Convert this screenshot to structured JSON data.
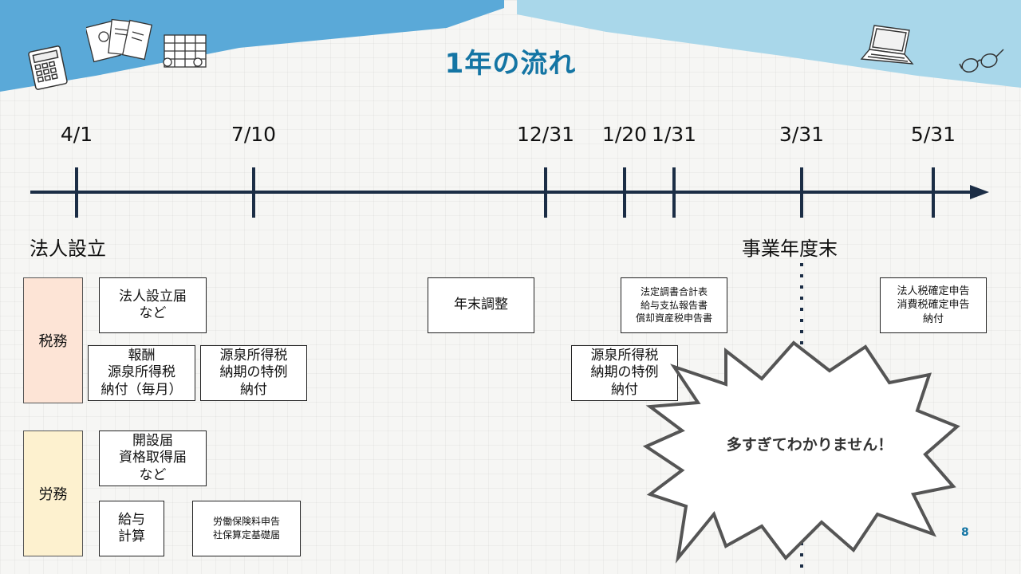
{
  "header": {
    "title": "1年の流れ"
  },
  "timeline": {
    "dates": [
      "4/1",
      "7/10",
      "12/31",
      "1/20",
      "1/31",
      "3/31",
      "5/31"
    ]
  },
  "milestones": {
    "start": "法人設立",
    "fiscal_end": "事業年度末"
  },
  "categories": {
    "tax": "税務",
    "labor": "労務"
  },
  "colors": {
    "tax_bg": "#fde4d6",
    "labor_bg": "#fdf1cf",
    "timeline": "#1b2d45",
    "title": "#1475a4",
    "header_left": "#5aa9d8",
    "header_right": "#a9d7ea"
  },
  "tax_items": {
    "incorporation": "法人設立届\nなど",
    "salary_withholding": "報酬\n源泉所得税\n納付（毎月）",
    "special_payment_jul": "源泉所得税\n納期の特例\n納付",
    "year_end_adjustment": "年末調整",
    "statutory_reports": "法定調書合計表\n給与支払報告書\n償却資産税申告書",
    "special_payment_jan": "源泉所得税\n納期の特例\n納付",
    "final_returns": "法人税確定申告\n消費税確定申告\n納付"
  },
  "labor_items": {
    "registration": "開設届\n資格取得届\nなど",
    "payroll": "給与\n計算",
    "insurance": "労働保険料申告\n社保算定基礎届"
  },
  "callout": {
    "text": "多すぎてわかりません！"
  },
  "footer": {
    "page_number": "8"
  },
  "icons": [
    "calculator-icon",
    "documents-icon",
    "building-icon",
    "laptop-icon",
    "glasses-icon"
  ]
}
